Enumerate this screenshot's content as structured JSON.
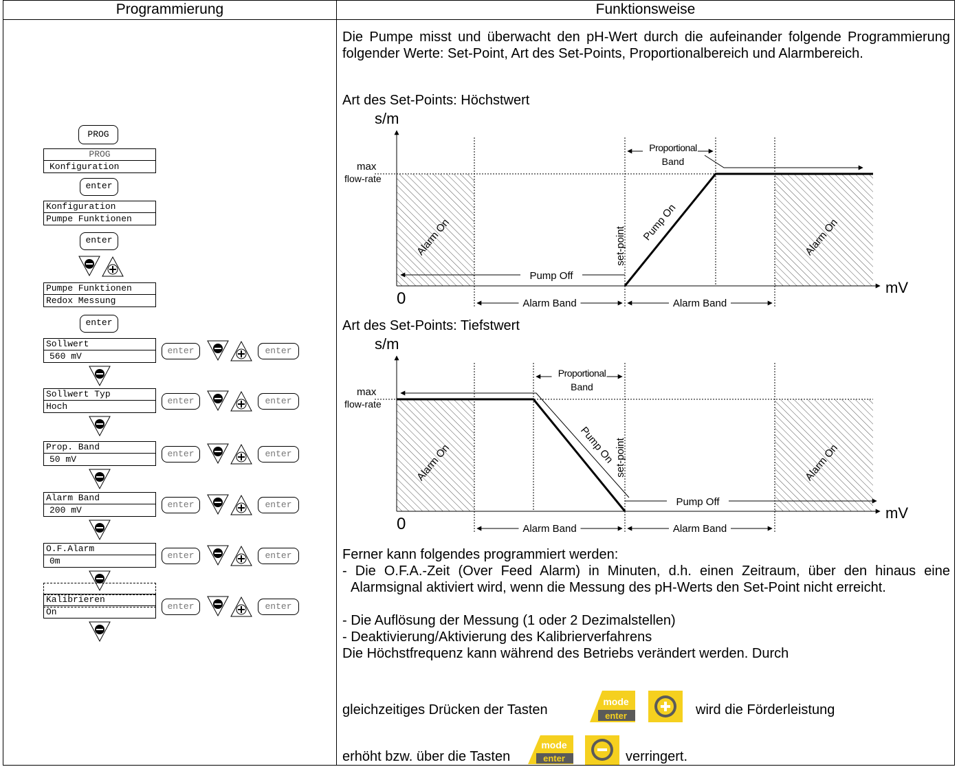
{
  "header": {
    "left": "Programmierung",
    "right": "Funktionsweise"
  },
  "programming": {
    "prog_key": "PROG",
    "menu1": {
      "line1": "PROG",
      "line2": "Konfiguration"
    },
    "enter_label": "enter",
    "menu2": {
      "line1": "Konfiguration",
      "line2": "Pumpe Funktionen"
    },
    "menu3": {
      "line1": "Pumpe Funktionen",
      "line2": "Redox Messung"
    },
    "settings": [
      {
        "line1": "Sollwert",
        "line2": "560 mV"
      },
      {
        "line1": "Sollwert Typ",
        "line2": "Hoch"
      },
      {
        "line1": "Prop. Band",
        "line2": "50 mV"
      },
      {
        "line1": "Alarm Band",
        "line2": "200 mV"
      },
      {
        "line1": "O.F.Alarm",
        "line2": "0m"
      },
      {
        "line1": "Kalibrieren",
        "line2": "On"
      }
    ]
  },
  "description": {
    "intro": "Die Pumpe misst und überwacht den pH-Wert durch die aufeinander folgende Programmierung folgender Werte: Set-Point, Art des Set-Points, Proportionalbereich und Alarmbereich.",
    "chart1_caption": "Art des Set-Points:  Höchstwert",
    "chart2_caption": "Art des Set-Points: Tiefstwert",
    "further_title": "Ferner kann folgendes programmiert werden:",
    "bullet1": "- Die O.F.A.-Zeit (Over Feed Alarm) in Minuten, d.h. einen Zeitraum, über den hinaus eine Alarmsignal aktiviert wird, wenn die Messung des pH-Werts den Set-Point nicht erreicht.",
    "bullet2": "- Die Auflösung der Messung (1 oder 2 Dezimalstellen)",
    "bullet3": "- Deaktivierung/Aktivierung des Kalibrierverfahrens",
    "freq_text": "Die Höchstfrequenz kann während des Betriebs verändert werden. Durch",
    "press_text_a": "gleichzeitiges Drücken der Tasten",
    "press_text_b": "wird die Förderleistung",
    "press_text_c": "erhöht bzw. über die Tasten",
    "press_text_d": "verringert.",
    "mode_key": {
      "top": "mode",
      "bottom": "enter"
    },
    "colors": {
      "key_yellow": "#f5d01f",
      "key_dark": "#5a5a5a"
    }
  },
  "chart_labels": {
    "y_axis": "s/m",
    "x_axis": "mV",
    "origin": "0",
    "max_a": "max",
    "max_b": "flow-rate",
    "proportional_a": "Proportional",
    "proportional_b": "Band",
    "set_point": "set-point",
    "pump_on": "Pump On",
    "pump_off": "Pump Off",
    "alarm_on": "Alarm On",
    "alarm_band": "Alarm Band"
  }
}
